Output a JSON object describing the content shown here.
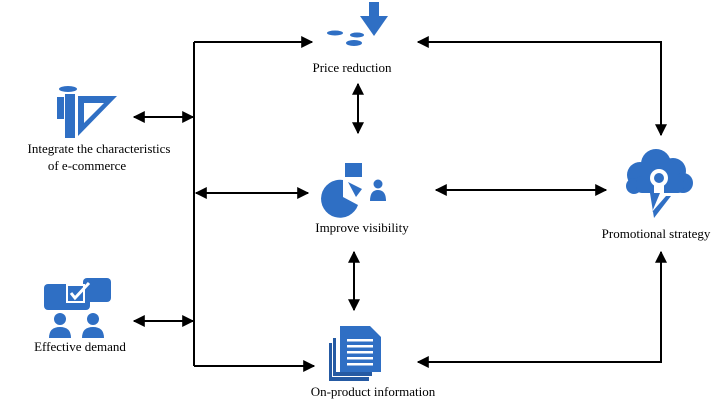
{
  "nodes": {
    "price_reduction": "Price reduction",
    "integrate_line1": "Integrate the characteristics",
    "integrate_line2": "of e-commerce",
    "improve_visibility": "Improve visibility",
    "effective_demand": "Effective demand",
    "on_product_information": "On-product information",
    "promotional_strategy": "Promotional strategy"
  },
  "icons": {
    "price_reduction": "down-arrow-icon",
    "integrate": "design-tools-icon",
    "improve_visibility": "presentation-chart-icon",
    "effective_demand": "discussion-people-icon",
    "on_product_information": "documents-icon",
    "promotional_strategy": "idea-cloud-icon"
  },
  "colors": {
    "icon": "#2f6fc4",
    "line": "#000000"
  }
}
